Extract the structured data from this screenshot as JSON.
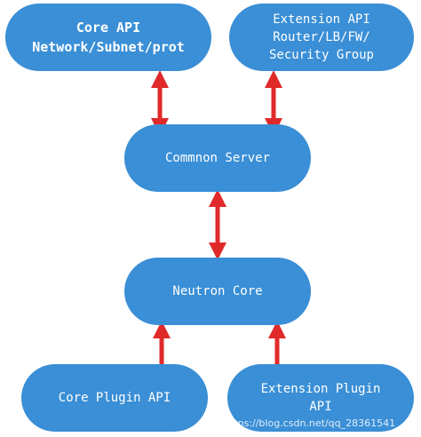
{
  "nodes": {
    "core_api": {
      "line1": "Core API",
      "line2": "Network/Subnet/prot"
    },
    "extension_api": {
      "line1": "Extension API",
      "line2": "Router/LB/FW/",
      "line3": "Security Group"
    },
    "common_server": {
      "line1": "Commnon Server"
    },
    "neutron_core": {
      "line1": "Neutron Core"
    },
    "core_plugin_api": {
      "line1": "Core Plugin API"
    },
    "extension_plugin_api": {
      "line1": "Extension Plugin",
      "line2": "API"
    }
  },
  "colors": {
    "node_fill": "#3a8fd6",
    "node_text": "#ffffff",
    "arrow": "#e02a2a"
  },
  "watermark": "https://blog.csdn.net/qq_28361541"
}
